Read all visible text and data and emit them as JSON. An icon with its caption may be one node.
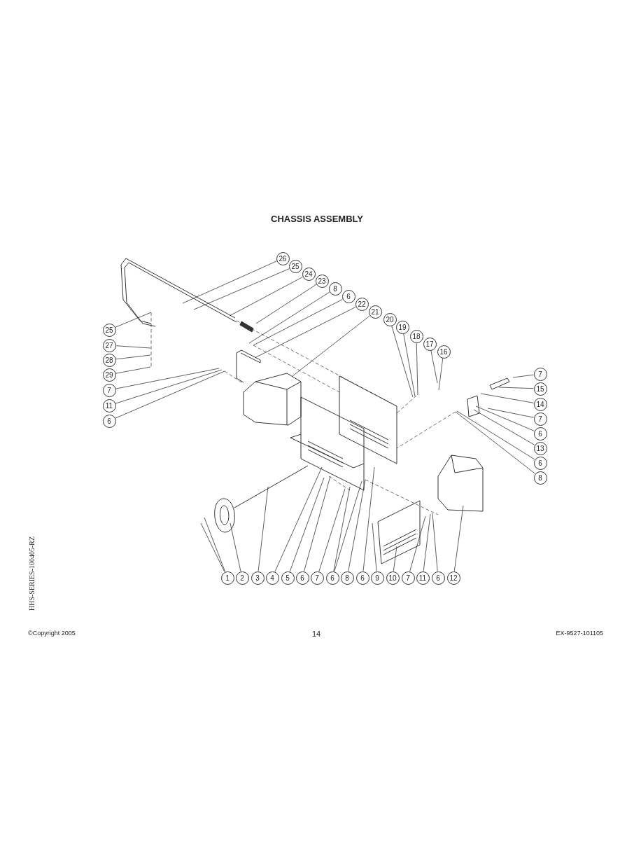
{
  "diagram": {
    "title": "CHASSIS ASSEMBLY",
    "nodes": [
      {
        "text": [
          "26"
        ]
      },
      {
        "text": [
          "25"
        ]
      },
      {
        "text": [
          "24"
        ]
      },
      {
        "text": [
          "23"
        ]
      },
      {
        "text": [
          "8"
        ]
      },
      {
        "text": [
          "6"
        ]
      },
      {
        "text": [
          "22"
        ]
      },
      {
        "text": [
          "21"
        ]
      },
      {
        "text": [
          "20"
        ]
      },
      {
        "text": [
          "19"
        ]
      },
      {
        "text": [
          "18"
        ]
      },
      {
        "text": [
          "17"
        ]
      },
      {
        "text": [
          "16"
        ]
      },
      {
        "text": [
          "25"
        ]
      },
      {
        "text": [
          "27"
        ]
      },
      {
        "text": [
          "28"
        ]
      },
      {
        "text": [
          "29"
        ]
      },
      {
        "text": [
          "7"
        ]
      },
      {
        "text": [
          "11"
        ]
      },
      {
        "text": [
          "6"
        ]
      },
      {
        "text": [
          "7"
        ]
      },
      {
        "text": [
          "15"
        ]
      },
      {
        "text": [
          "14"
        ]
      },
      {
        "text": [
          "7"
        ]
      },
      {
        "text": [
          "6"
        ]
      },
      {
        "text": [
          "13"
        ]
      },
      {
        "text": [
          "6"
        ]
      },
      {
        "text": [
          "8"
        ]
      },
      {
        "text": [
          "1"
        ]
      },
      {
        "text": [
          "2"
        ]
      },
      {
        "text": [
          "3"
        ]
      },
      {
        "text": [
          "4"
        ]
      },
      {
        "text": [
          "5"
        ]
      },
      {
        "text": [
          "6"
        ]
      },
      {
        "text": [
          "7"
        ]
      },
      {
        "text": [
          "6"
        ]
      },
      {
        "text": [
          "8"
        ]
      },
      {
        "text": [
          "6"
        ]
      },
      {
        "text": [
          "9"
        ]
      },
      {
        "text": [
          "10"
        ]
      },
      {
        "text": [
          "7"
        ]
      },
      {
        "text": [
          "11"
        ]
      },
      {
        "text": [
          "6"
        ]
      },
      {
        "text": [
          "12"
        ]
      }
    ],
    "edges": [
      {
        "from": 0,
        "to": null,
        "arrow": "none"
      },
      {
        "from": 1,
        "to": null,
        "arrow": "none"
      },
      {
        "from": 2,
        "to": null,
        "arrow": "none"
      },
      {
        "from": 3,
        "to": null,
        "arrow": "none"
      },
      {
        "from": 4,
        "to": null,
        "arrow": "none"
      },
      {
        "from": 5,
        "to": null,
        "arrow": "none"
      },
      {
        "from": 6,
        "to": null,
        "arrow": "none"
      },
      {
        "from": 7,
        "to": null,
        "arrow": "none"
      },
      {
        "from": 8,
        "to": null,
        "arrow": "none"
      },
      {
        "from": 9,
        "to": null,
        "arrow": "none"
      },
      {
        "from": 10,
        "to": null,
        "arrow": "none"
      },
      {
        "from": 11,
        "to": null,
        "arrow": "none"
      },
      {
        "from": 12,
        "to": null,
        "arrow": "none"
      },
      {
        "from": 13,
        "to": null,
        "arrow": "none"
      },
      {
        "from": 14,
        "to": null,
        "arrow": "none"
      },
      {
        "from": 15,
        "to": null,
        "arrow": "none"
      },
      {
        "from": 16,
        "to": null,
        "arrow": "none"
      },
      {
        "from": 17,
        "to": null,
        "arrow": "none"
      },
      {
        "from": 18,
        "to": null,
        "arrow": "none"
      },
      {
        "from": 19,
        "to": null,
        "arrow": "none"
      },
      {
        "from": 20,
        "to": null,
        "arrow": "none"
      },
      {
        "from": 21,
        "to": null,
        "arrow": "none"
      },
      {
        "from": 22,
        "to": null,
        "arrow": "none"
      },
      {
        "from": 23,
        "to": null,
        "arrow": "none"
      },
      {
        "from": 24,
        "to": null,
        "arrow": "none"
      },
      {
        "from": 25,
        "to": null,
        "arrow": "none"
      },
      {
        "from": 26,
        "to": null,
        "arrow": "none"
      },
      {
        "from": 27,
        "to": null,
        "arrow": "none"
      },
      {
        "from": 28,
        "to": null,
        "arrow": "none"
      },
      {
        "from": 28,
        "to": null,
        "arrow": "none"
      },
      {
        "from": 29,
        "to": null,
        "arrow": "none"
      },
      {
        "from": 30,
        "to": null,
        "arrow": "none"
      },
      {
        "from": 31,
        "to": null,
        "arrow": "none"
      },
      {
        "from": 32,
        "to": null,
        "arrow": "none"
      },
      {
        "from": 33,
        "to": null,
        "arrow": "none"
      },
      {
        "from": 34,
        "to": null,
        "arrow": "none"
      },
      {
        "from": 35,
        "to": null,
        "arrow": "none"
      },
      {
        "from": 35,
        "to": null,
        "arrow": "none"
      },
      {
        "from": 36,
        "to": null,
        "arrow": "none"
      },
      {
        "from": 37,
        "to": null,
        "arrow": "none"
      },
      {
        "from": 38,
        "to": null,
        "arrow": "none"
      },
      {
        "from": 39,
        "to": null,
        "arrow": "none"
      },
      {
        "from": 40,
        "to": null,
        "arrow": "none"
      },
      {
        "from": 41,
        "to": null,
        "arrow": "none"
      },
      {
        "from": 42,
        "to": null,
        "arrow": "none"
      },
      {
        "from": 43,
        "to": null,
        "arrow": "none"
      }
    ],
    "labels": [
      "HHS-SERIES-100405-RZ",
      "©Copyright 2005",
      "14",
      "EX-9527-101105"
    ]
  }
}
